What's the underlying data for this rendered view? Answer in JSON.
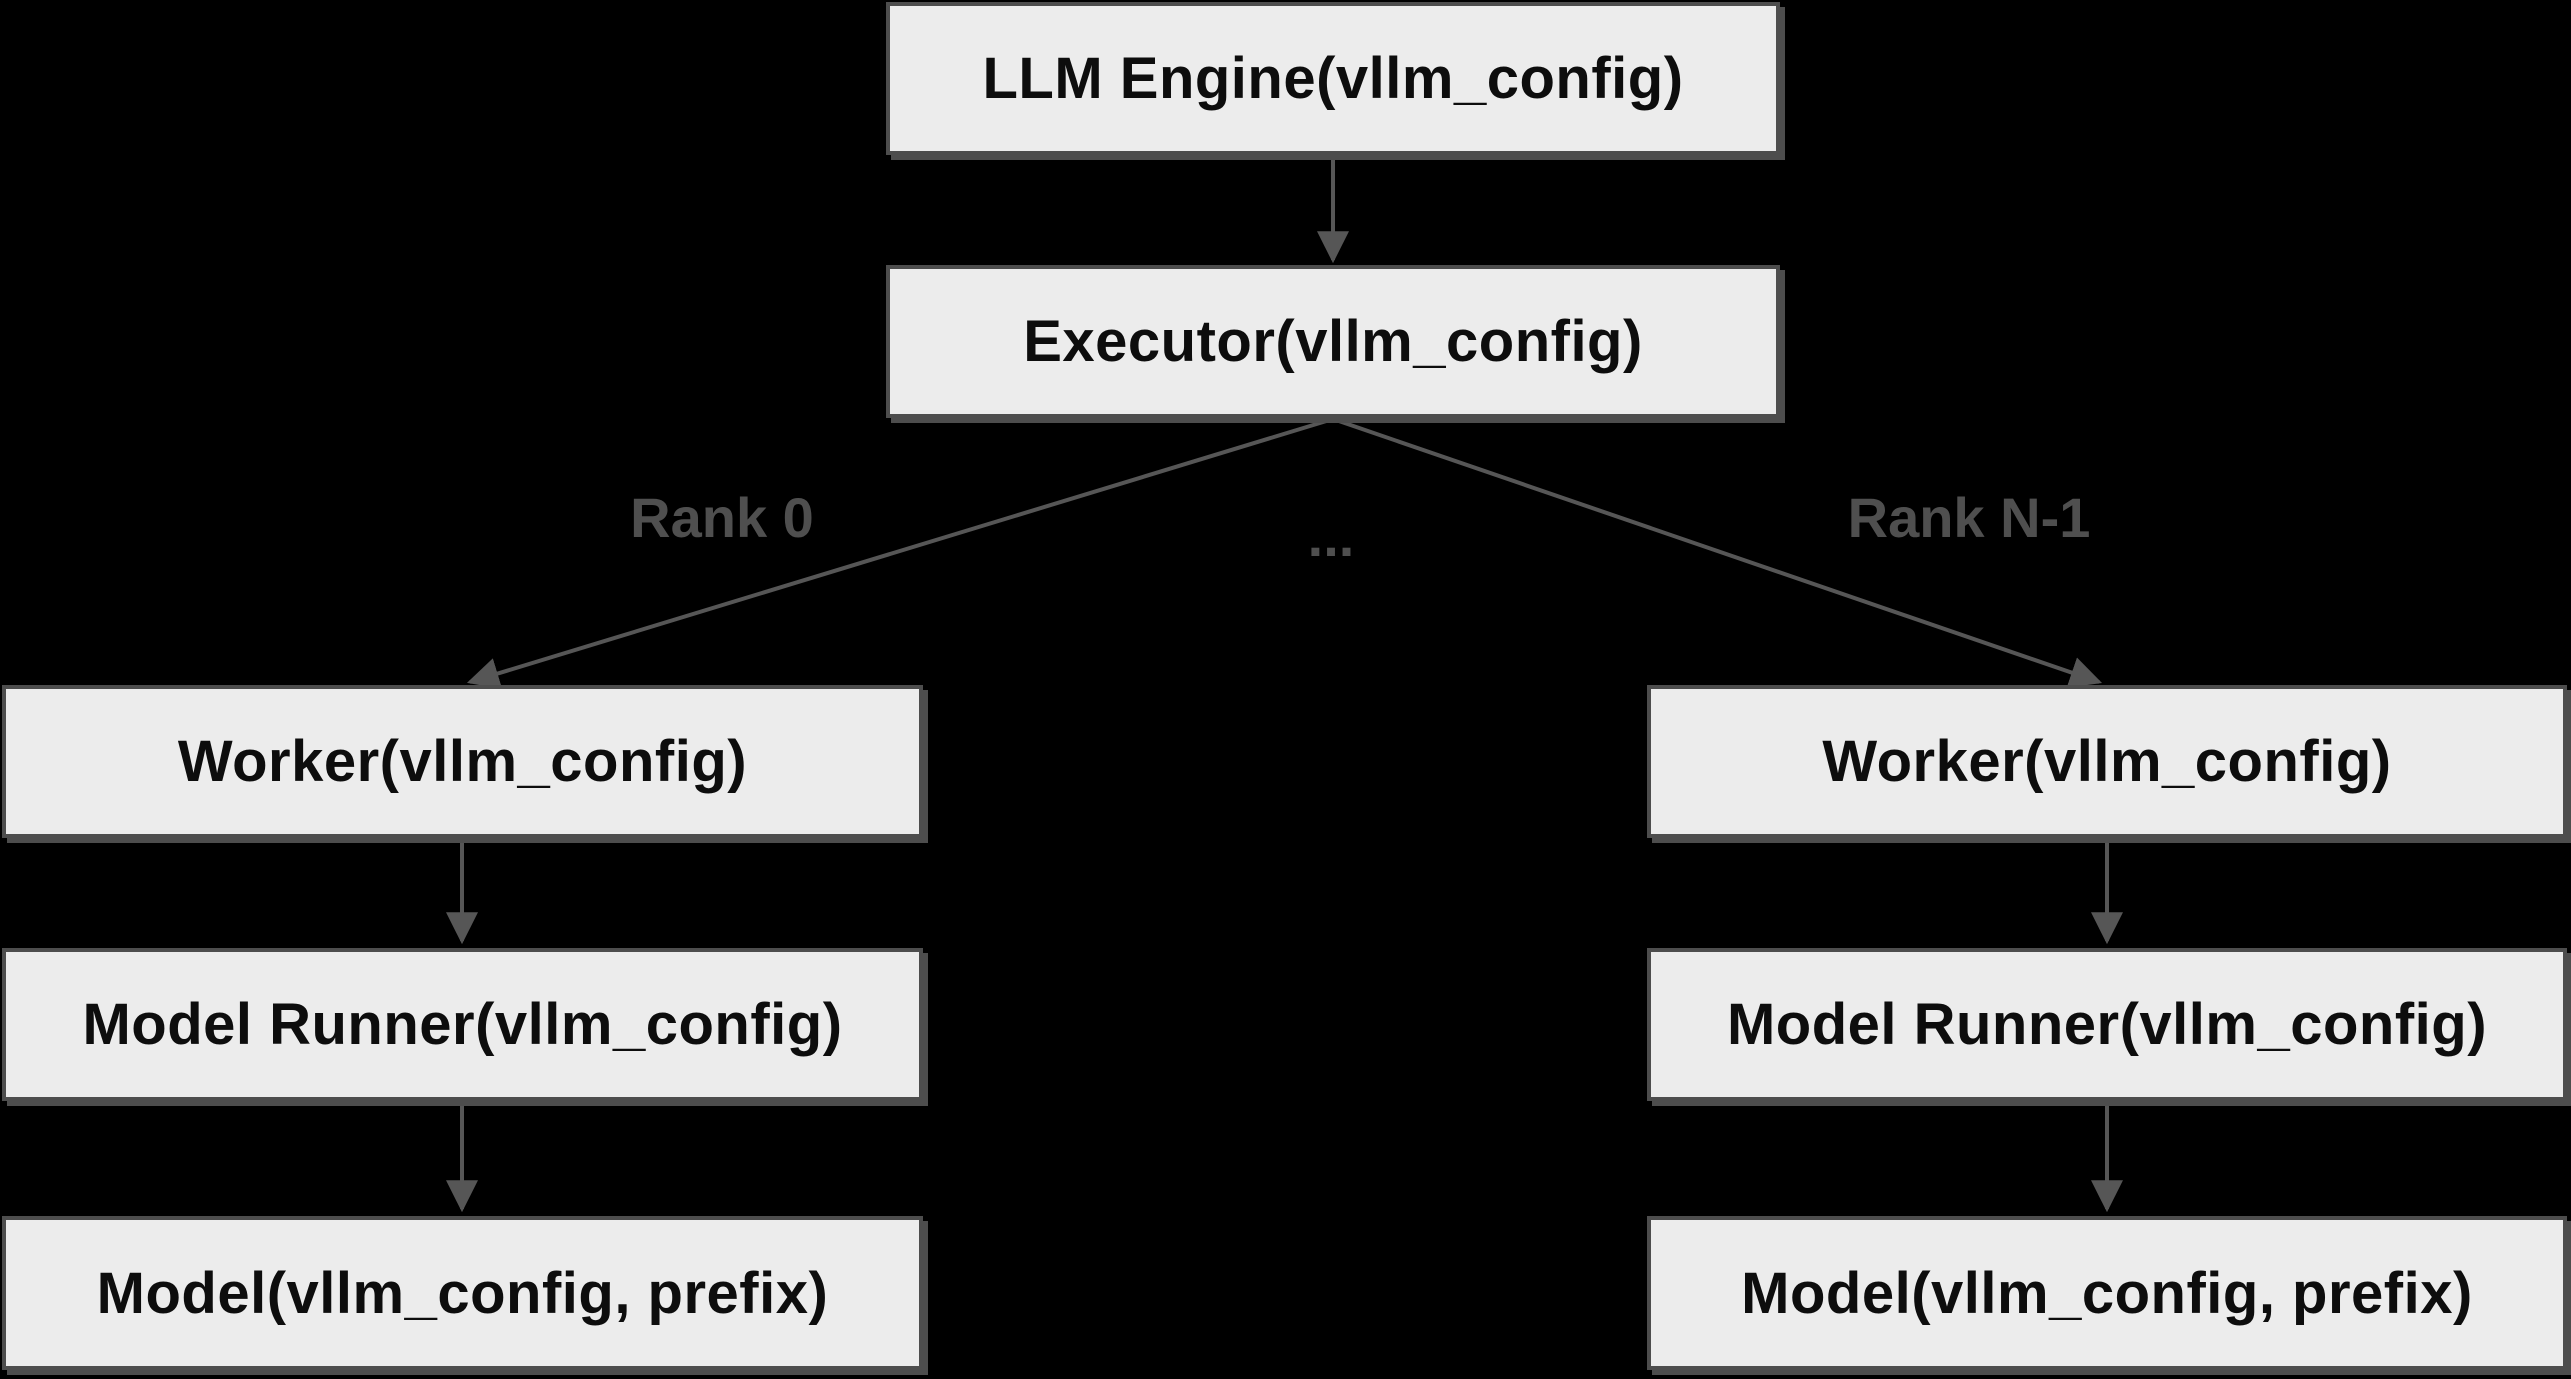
{
  "diagram": {
    "colors": {
      "background": "#000000",
      "box_fill": "#ececec",
      "box_border": "#4d4d4d",
      "arrow_color": "#565656",
      "label_color": "#4f4f4f",
      "text_color": "#0d0d0d"
    },
    "nodes": {
      "llm_engine": "LLM Engine(vllm_config)",
      "executor": "Executor(vllm_config)",
      "worker_left": "Worker(vllm_config)",
      "model_runner_left": "Model Runner(vllm_config)",
      "model_left": "Model(vllm_config, prefix)",
      "worker_right": "Worker(vllm_config)",
      "model_runner_right": "Model Runner(vllm_config)",
      "model_right": "Model(vllm_config, prefix)"
    },
    "edge_labels": {
      "rank_0": "Rank 0",
      "ellipsis": "...",
      "rank_n_minus_1": "Rank N-1"
    }
  }
}
